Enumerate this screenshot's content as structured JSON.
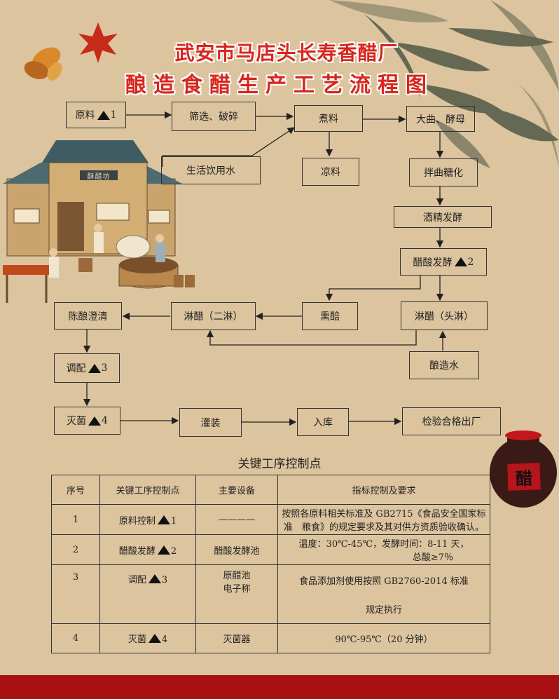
{
  "header": {
    "title_line1": "武安市马店头长寿香醋厂",
    "title_line2": "酿造食醋生产工艺流程图"
  },
  "flow": {
    "raw": "原料",
    "raw_mark": "1",
    "screen": "筛选、破碎",
    "cook": "煮料",
    "koji": "大曲、酵母",
    "water": "生活饮用水",
    "cool": "凉料",
    "mix": "拌曲糖化",
    "alcohol": "酒精发酵",
    "acetic": "醋酸发酵",
    "acetic_mark": "2",
    "smoke": "熏醅",
    "leach1": "淋醋（头淋）",
    "leach2": "淋醋（二淋）",
    "age": "陈酿澄清",
    "brew_water": "酿造水",
    "blend": "调配",
    "blend_mark": "3",
    "sterilize": "灭菌",
    "sterilize_mark": "4",
    "fill": "灌装",
    "store": "入库",
    "inspect": "检验合格出厂"
  },
  "illustration": {
    "shop_sign": "酥醋坊",
    "jar_label": "醋"
  },
  "control_table": {
    "title": "关键工序控制点",
    "headers": [
      "序号",
      "关键工序控制点",
      "主要设备",
      "指标控制及要求"
    ],
    "rows": [
      {
        "no": "1",
        "point": "原料控制",
        "mark": "1",
        "equipment": "————",
        "req1": "按照各原料相关标准及 GB2715《食品安全国家标",
        "req2": "准　粮食》的规定要求及其对供方资质验收确认。"
      },
      {
        "no": "2",
        "point": "醋酸发酵",
        "mark": "2",
        "equipment": "醋酸发酵池",
        "req1": "温度：30℃-45℃，发酵时间：8-11 天，",
        "req2": "总酸≥7％"
      },
      {
        "no": "3",
        "point": "调配",
        "mark": "3",
        "equipment1": "原醋池",
        "equipment2": "电子称",
        "req1": "食品添加剂使用按照 GB2760-2014 标准",
        "req2": "规定执行"
      },
      {
        "no": "4",
        "point": "灭菌",
        "mark": "4",
        "equipment": "灭菌器",
        "req1": "90℃-95℃（20 分钟）"
      }
    ]
  },
  "colors": {
    "background": "#dcc49e",
    "title_red": "#d8261c",
    "bottom_bar": "#a80f10"
  }
}
